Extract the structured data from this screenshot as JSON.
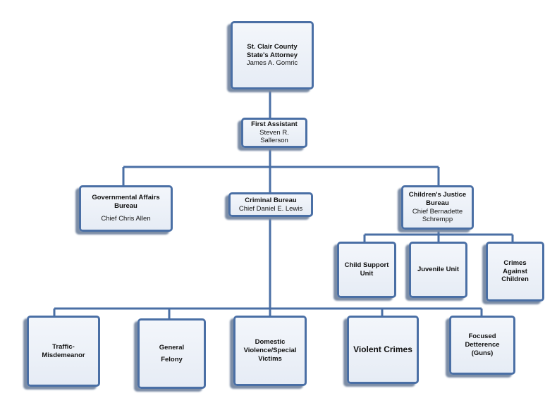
{
  "org": {
    "attorney": {
      "title": "St. Clair County  State's Attorney",
      "name": "James A. Gomric"
    },
    "first_assistant": {
      "title": "First Assistant",
      "name": "Steven R. Sallerson"
    },
    "governmental": {
      "title": "Governmental Affairs Bureau",
      "name": "Chief Chris Allen"
    },
    "criminal": {
      "title": "Criminal Bureau",
      "name": "Chief Daniel  E. Lewis"
    },
    "childrens": {
      "title": "Children's Justice Bureau",
      "name": "Chief Bernadette Schrempp"
    },
    "child_support": {
      "title": "Child Support Unit"
    },
    "juvenile": {
      "title": "Juvenile Unit"
    },
    "crimes_against_children": {
      "title": "Crimes Against Children"
    },
    "traffic": {
      "title": "Traffic-Misdemeanor"
    },
    "general_felony": {
      "title": "General Felony"
    },
    "domestic": {
      "title": "Domestic Violence/Special Victims"
    },
    "violent": {
      "title": "Violent Crimes"
    },
    "focused": {
      "title": "Focused Detterence (Guns)"
    }
  },
  "colors": {
    "border": "#4a6fa5",
    "connector": "#4a6fa5",
    "fill": "#e9eef6"
  }
}
